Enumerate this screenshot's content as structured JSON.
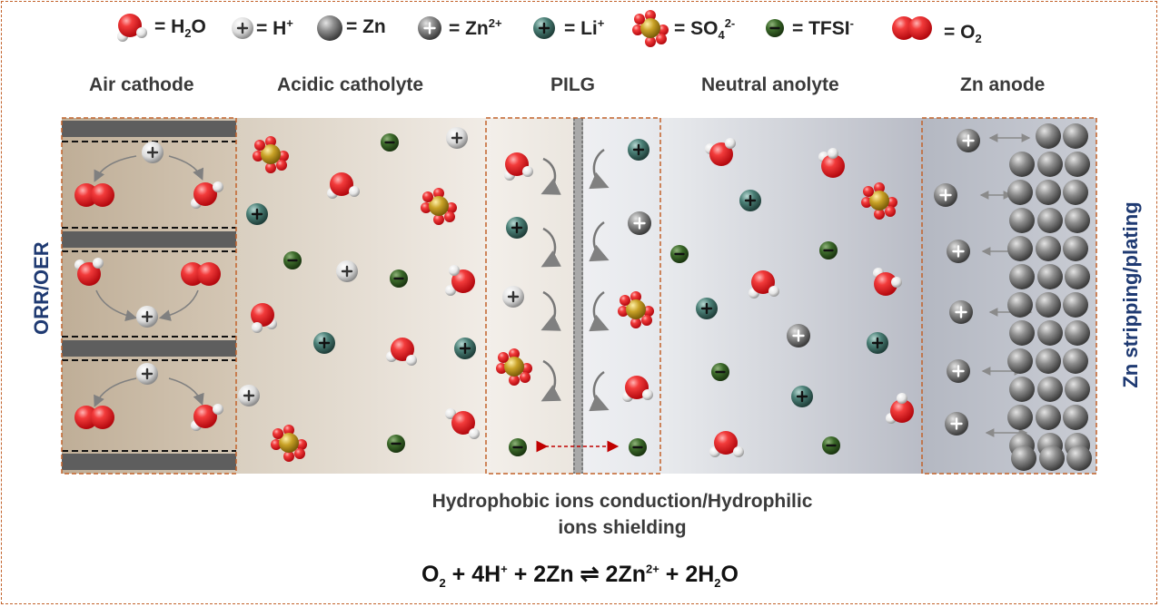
{
  "legend": {
    "h2o_label": "= H",
    "h2o_sub": "2",
    "h2o_tail": "O",
    "hplus_label": "= H",
    "hplus_sup": "+",
    "zn_label": "= Zn",
    "zn2_label": "= Zn",
    "zn2_sup": "2+",
    "li_label": "= Li",
    "li_sup": "+",
    "so4_label": "= SO",
    "so4_sub": "4",
    "so4_sup": "2-",
    "tfsi_label": "= TFSI",
    "tfsi_sup": "-",
    "o2_label": "= O",
    "o2_sub": "2"
  },
  "sections": {
    "air_cathode": "Air cathode",
    "acidic_catholyte": "Acidic catholyte",
    "pilg": "PILG",
    "neutral_anolyte": "Neutral anolyte",
    "zn_anode": "Zn anode"
  },
  "side_labels": {
    "left": "ORR/OER",
    "right": "Zn stripping/plating"
  },
  "caption": {
    "line1": "Hydrophobic ions conduction/Hydrophilic",
    "line2": "ions shielding"
  },
  "equation": {
    "p1": "O",
    "s1": "2",
    "p2": " + 4H",
    "s2": "+",
    "p3": " + 2Zn ⇌ 2Zn",
    "s3": "2+",
    "p4": " + 2H",
    "s4": "2",
    "p5": "O"
  },
  "colors": {
    "oxygen": "#e8262c",
    "hydrogen": "#eeeeee",
    "zinc": "#8a8a8a",
    "lithium": "#3c6f66",
    "tfsi": "#2f5e22",
    "sulfur": "#c49a1e",
    "border": "#c2622a",
    "vertical_text": "#1f3a72"
  }
}
